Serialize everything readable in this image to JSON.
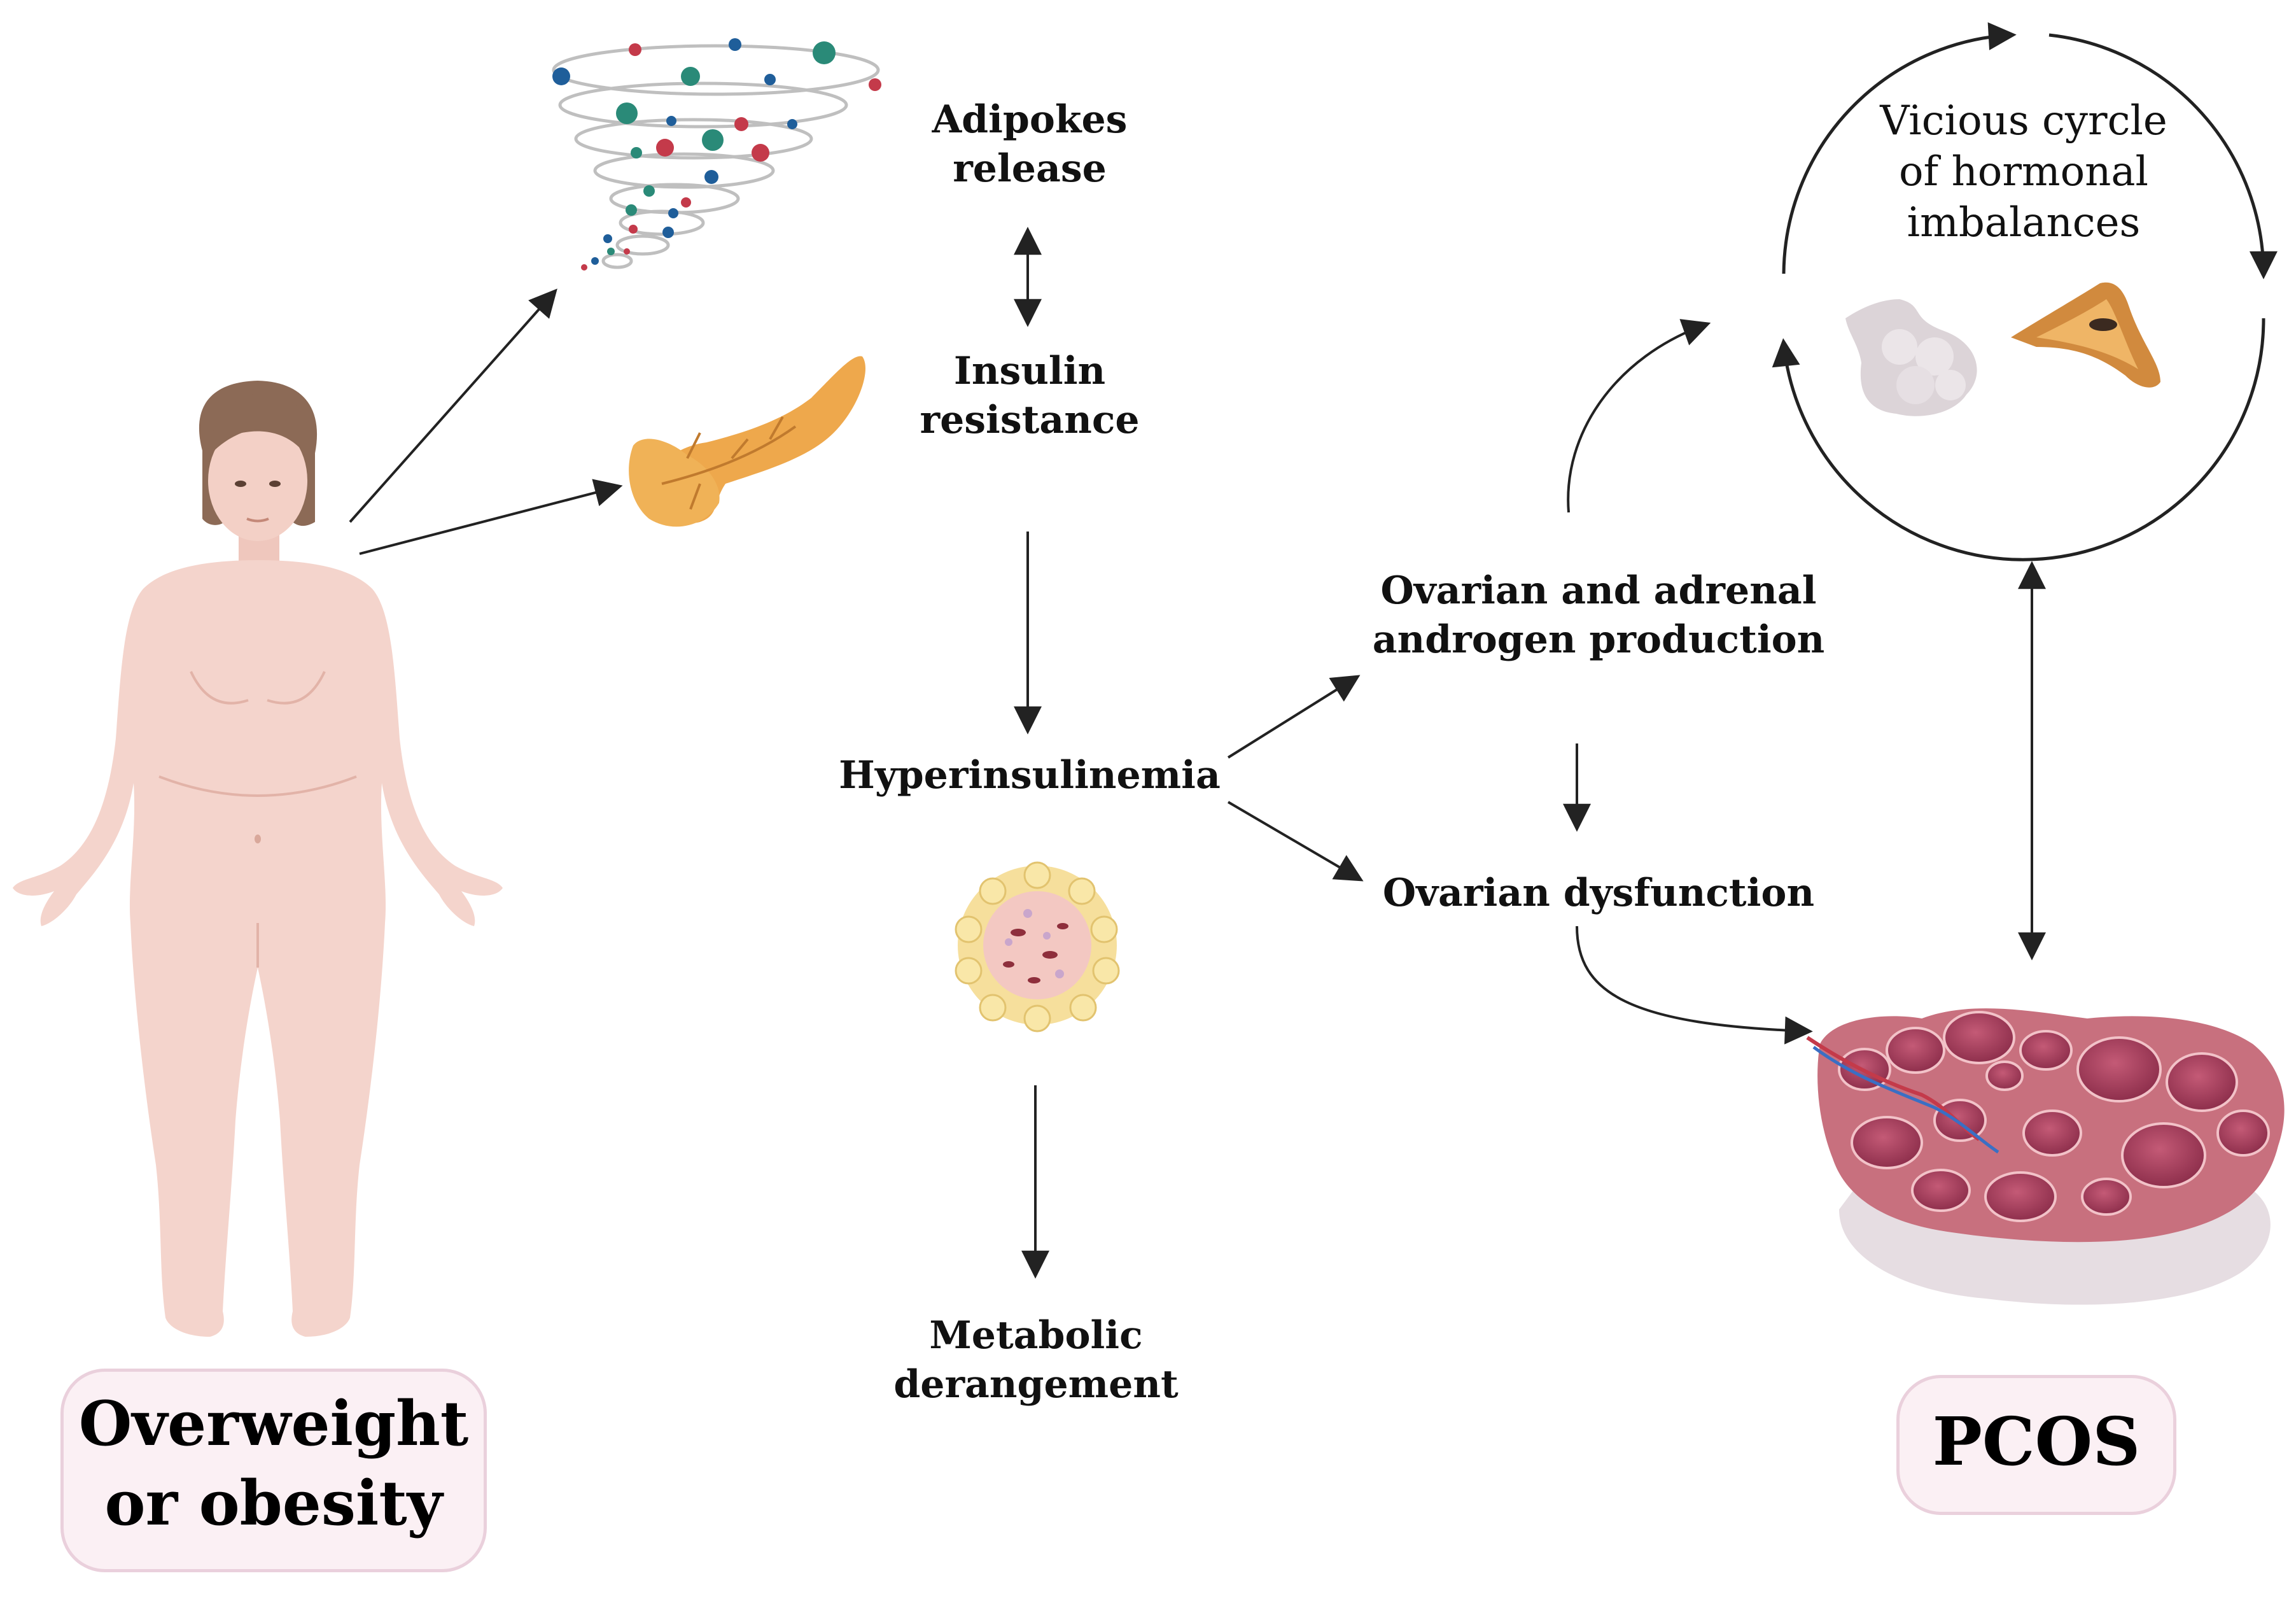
{
  "labels": {
    "adipokes_line1": "Adipokes",
    "adipokes_line2": "release",
    "insulin_line1": "Insulin",
    "insulin_line2": "resistance",
    "hyperinsulinemia": "Hyperinsulinemia",
    "metabolic_line1": "Metabolic",
    "metabolic_line2": "derangement",
    "androgen_line1": "Ovarian and adrenal",
    "androgen_line2": "androgen production",
    "ovarian_dysfunction": "Ovarian dysfunction",
    "cycle_line1": "Vicious cyrcle",
    "cycle_line2": "of hormonal",
    "cycle_line3": "imbalances"
  },
  "badges": {
    "obesity_line1": "Overweight",
    "obesity_line2": "or obesity",
    "pcos": "PCOS"
  },
  "icons": [
    "woman-figure-icon",
    "cytokine-tornado-icon",
    "pancreas-icon",
    "adipose-cell-icon",
    "pituitary-icon",
    "adrenal-gland-icon",
    "polycystic-ovary-icon"
  ],
  "colors": {
    "skin": "#f4d4cc",
    "hair": "#8c6a56",
    "pancreas": "#eea84c",
    "ovary": "#c8707e",
    "badge_fill": "#fbf0f4",
    "badge_border": "#ead0dc",
    "arrow": "#222222"
  }
}
